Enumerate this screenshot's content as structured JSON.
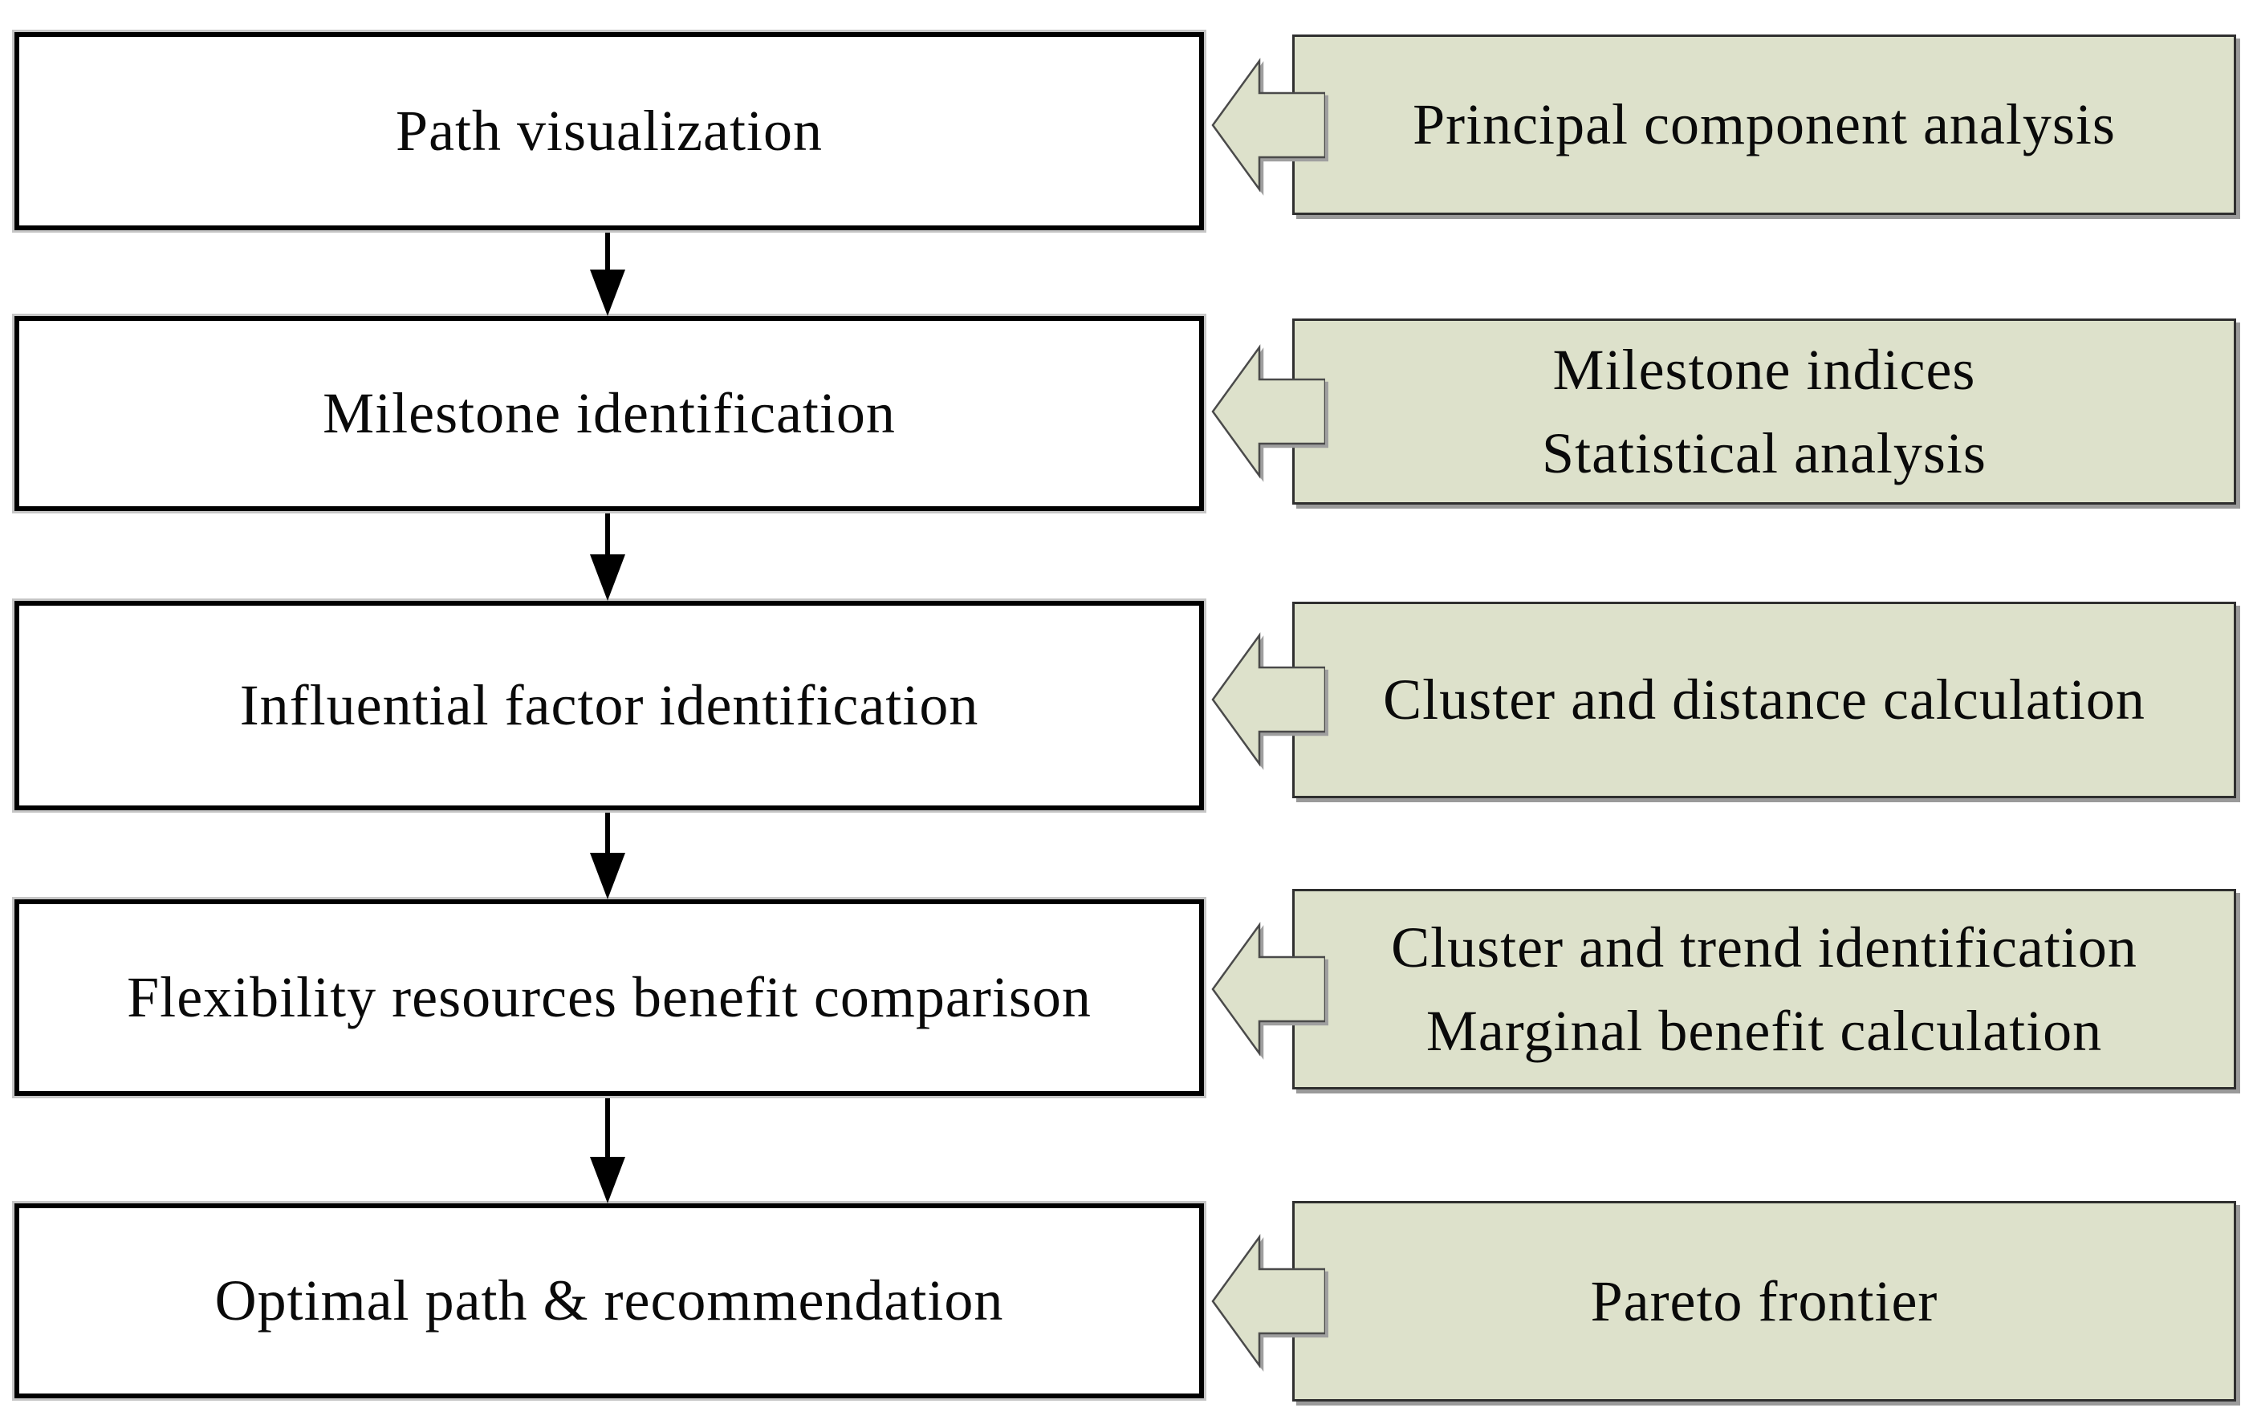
{
  "diagram": {
    "steps": [
      {
        "label": "Path visualization",
        "method_lines": [
          "Principal component analysis"
        ]
      },
      {
        "label": "Milestone identification",
        "method_lines": [
          "Milestone indices",
          "Statistical analysis"
        ]
      },
      {
        "label": "Influential factor identification",
        "method_lines": [
          "Cluster and distance calculation"
        ]
      },
      {
        "label": "Flexibility resources benefit comparison",
        "method_lines": [
          "Cluster and trend identification",
          "Marginal benefit calculation"
        ]
      },
      {
        "label": "Optimal path & recommendation",
        "method_lines": [
          "Pareto frontier"
        ]
      }
    ],
    "colors": {
      "method_fill": "#dde1cb",
      "box_fill": "#ffffff",
      "border": "#000000",
      "arrow_outline": "#4a4a4a"
    }
  }
}
